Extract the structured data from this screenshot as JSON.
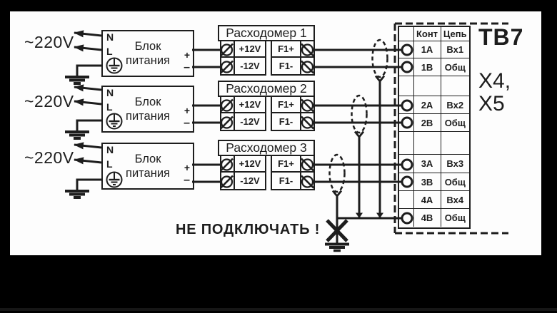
{
  "labels": {
    "mains_voltage": "~220V",
    "warning": "НЕ ПОДКЛЮЧАТЬ !",
    "device_name": "ТВ7",
    "device_connectors": "X4,\nX5"
  },
  "power_supply": {
    "terminal_n": "N",
    "terminal_l": "L",
    "name_line1": "Блок",
    "name_line2": "питания",
    "output_plus": "+",
    "output_minus": "–"
  },
  "flowmeters": [
    {
      "title": "Расходомер 1"
    },
    {
      "title": "Расходомер 2"
    },
    {
      "title": "Расходомер 3"
    }
  ],
  "flowmeter_terminals": {
    "power_plus": "+12V",
    "power_minus": "-12V",
    "signal_plus": "F1+",
    "signal_minus": "F1-"
  },
  "connector_table": {
    "header": {
      "contact": "Конт",
      "circuit": "Цепь"
    },
    "rows": [
      {
        "contact": "1А",
        "circuit": "Вх1"
      },
      {
        "contact": "1В",
        "circuit": "Общ"
      },
      {
        "contact": "2А",
        "circuit": "Вх2"
      },
      {
        "contact": "2В",
        "circuit": "Общ"
      },
      {
        "contact": "3А",
        "circuit": "Вх3"
      },
      {
        "contact": "3В",
        "circuit": "Общ"
      },
      {
        "contact": "4А",
        "circuit": "Вх4"
      },
      {
        "contact": "4В",
        "circuit": "Общ"
      }
    ]
  },
  "colors": {
    "ink": "#1d1d1d",
    "paper": "#fdfdfd",
    "background": "#000000"
  }
}
